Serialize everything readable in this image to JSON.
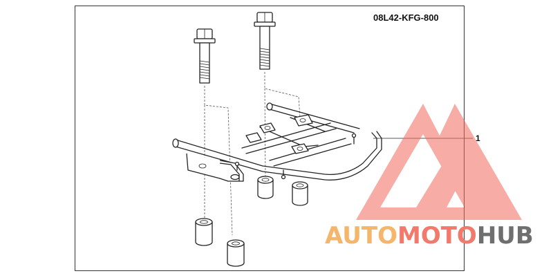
{
  "diagram": {
    "part_number": "08L42-KFG-800",
    "callouts": [
      {
        "label": "1"
      }
    ]
  },
  "watermark": {
    "text_parts": [
      {
        "text": "AUTO",
        "color": "#F5B56A"
      },
      {
        "text": "MOTO",
        "color": "#F27A6C"
      },
      {
        "text": "HUB",
        "color": "#6F6F6F"
      }
    ],
    "logo_color": "#F26A5E",
    "logo_opacity": 0.55
  },
  "colors": {
    "frame": "#333333",
    "ink": "#222222"
  }
}
